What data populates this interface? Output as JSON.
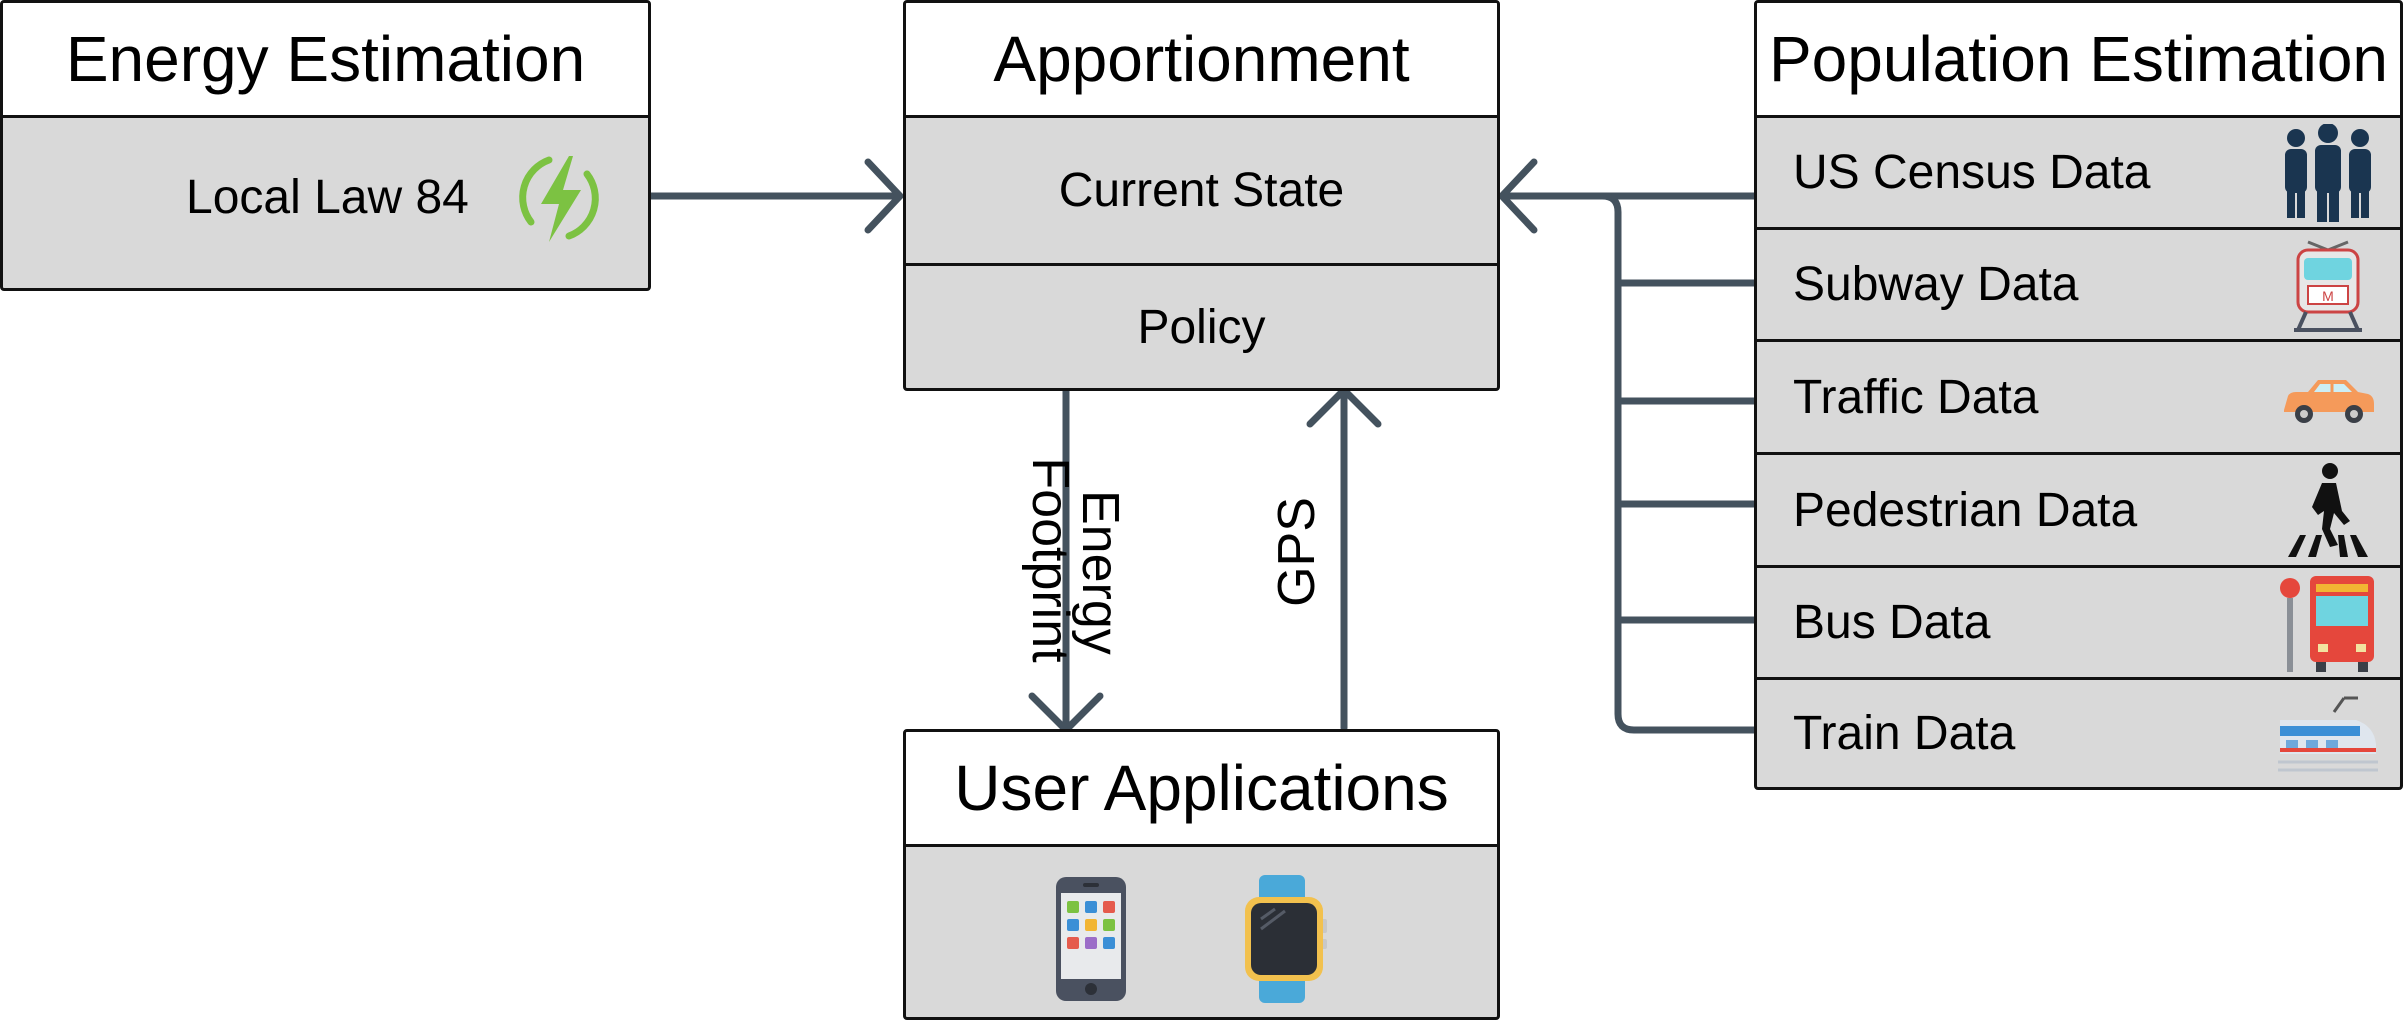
{
  "energy": {
    "title": "Energy Estimation",
    "item": "Local Law 84",
    "icon": "lightning-bolt-icon"
  },
  "apportionment": {
    "title": "Apportionment",
    "rows": [
      "Current State",
      "Policy"
    ]
  },
  "population": {
    "title": "Population Estimation",
    "rows": [
      {
        "label": "US Census Data",
        "icon": "people-icon"
      },
      {
        "label": "Subway Data",
        "icon": "subway-train-icon"
      },
      {
        "label": "Traffic Data",
        "icon": "car-icon"
      },
      {
        "label": "Pedestrian Data",
        "icon": "pedestrian-crossing-icon"
      },
      {
        "label": "Bus Data",
        "icon": "bus-stop-icon"
      },
      {
        "label": "Train Data",
        "icon": "train-icon"
      }
    ]
  },
  "user_apps": {
    "title": "User Applications",
    "icons": [
      "smartphone-icon",
      "smartwatch-icon"
    ]
  },
  "arrows": {
    "energy_footprint_line1": "Energy",
    "energy_footprint_line2": "Footprint",
    "gps": "GPS"
  },
  "colors": {
    "connector": "#44525e",
    "box_fill": "#d9d9d9",
    "header_fill": "#ffffff",
    "bolt_green": "#7cc242"
  }
}
